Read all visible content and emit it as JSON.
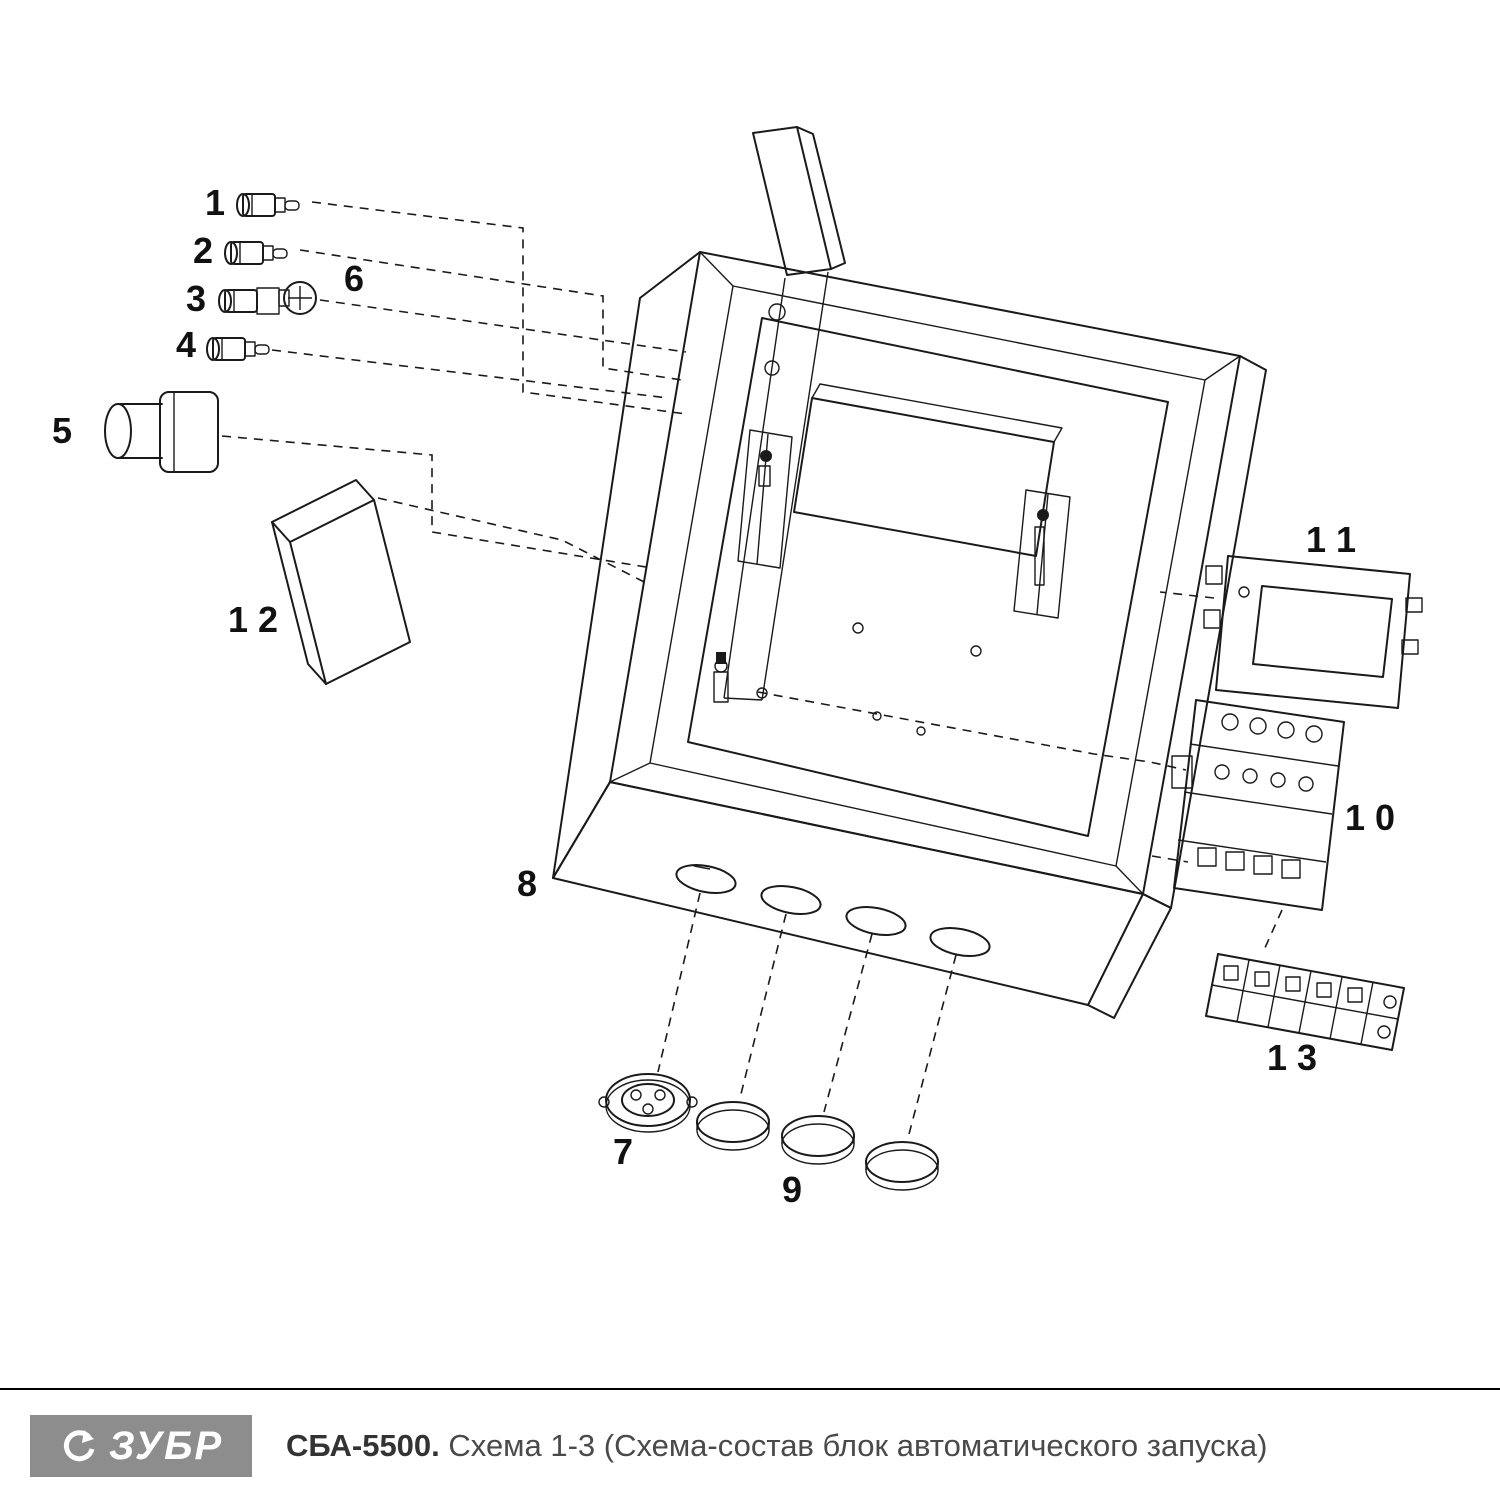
{
  "diagram": {
    "labels": {
      "p1": "1",
      "p2": "2",
      "p3": "3",
      "p4": "4",
      "p5": "5",
      "p6": "6",
      "p7": "7",
      "p8": "8",
      "p9": "9",
      "p10": "1 0",
      "p11": "1 1",
      "p12": "1 2",
      "p13": "1 3"
    }
  },
  "footer": {
    "brand": "ЗУБР",
    "model": "СБА-5500.",
    "caption": "Схема 1-3 (Схема-состав блок автоматического запуска)"
  },
  "colors": {
    "line": "#1a1a1a",
    "logo_background": "#8d8d8d",
    "caption_text": "#4a4a4a"
  }
}
